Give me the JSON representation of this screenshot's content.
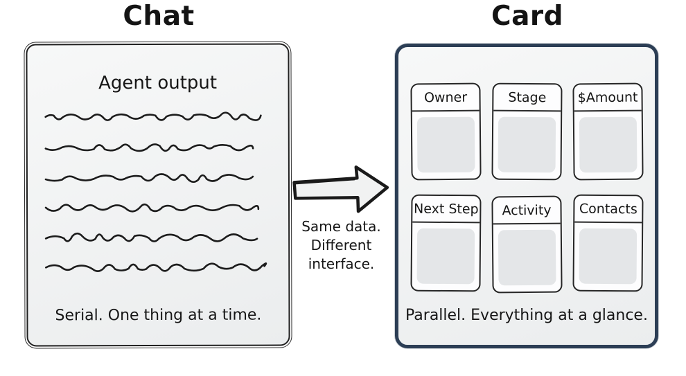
{
  "left_section": {
    "title": "Chat",
    "panel": {
      "heading": "Agent output",
      "scribble_line_count": 6,
      "caption": "Serial. One thing at a time."
    }
  },
  "middle": {
    "arrow_icon": "right-arrow",
    "caption": "Same data.\nDifferent\ninterface."
  },
  "right_section": {
    "title": "Card",
    "panel": {
      "cards": [
        {
          "label": "Owner"
        },
        {
          "label": "Stage"
        },
        {
          "label": "$Amount"
        },
        {
          "label": "Next Step"
        },
        {
          "label": "Activity"
        },
        {
          "label": "Contacts"
        }
      ],
      "caption": "Parallel. Everything at a glance."
    }
  },
  "colors": {
    "ink": "#1b1b1b",
    "accent_navy": "#2c3e55",
    "panel_fill": "#eef0f1",
    "card_fill": "#fdfdfe",
    "card_body_fill": "#e4e6e8",
    "background": "#ffffff"
  }
}
